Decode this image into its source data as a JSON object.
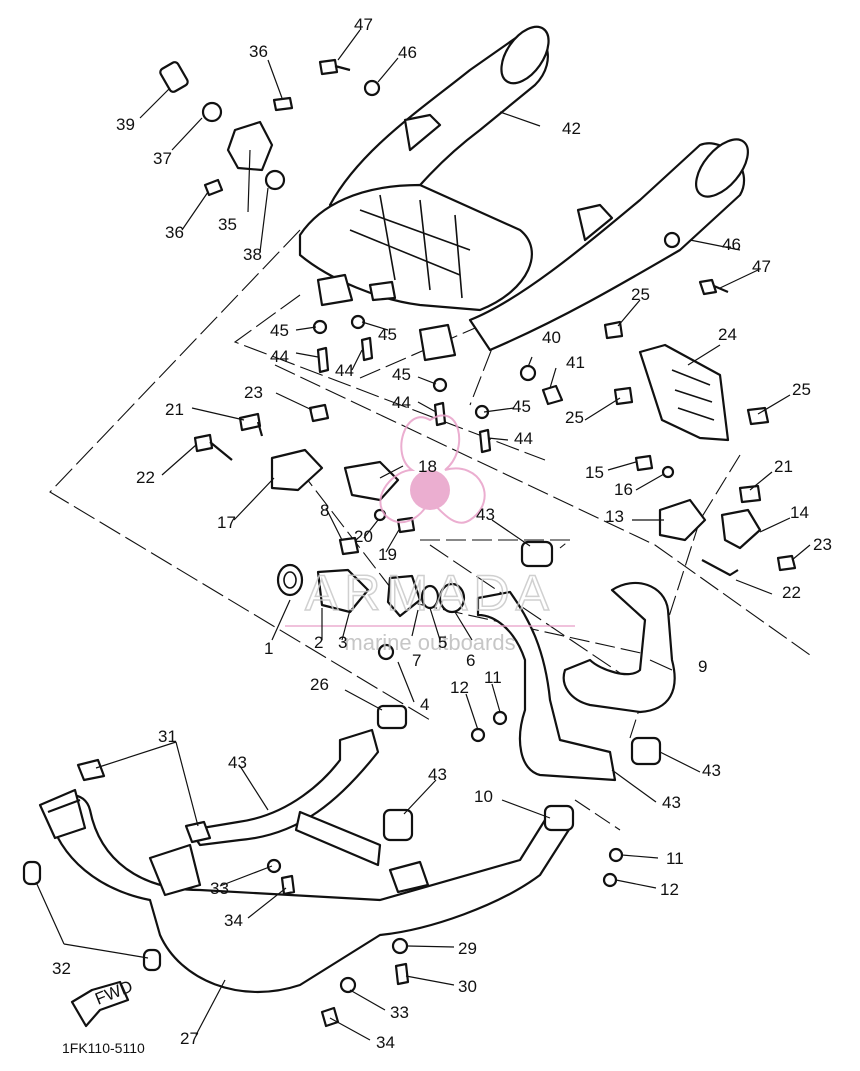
{
  "diagram": {
    "document_code": "1FK110-5110",
    "fwd_label": "FWD",
    "callouts": [
      {
        "id": "c47a",
        "label": "47"
      },
      {
        "id": "c46a",
        "label": "46"
      },
      {
        "id": "c36a",
        "label": "36"
      },
      {
        "id": "c39",
        "label": "39"
      },
      {
        "id": "c42",
        "label": "42"
      },
      {
        "id": "c37",
        "label": "37"
      },
      {
        "id": "c36b",
        "label": "36"
      },
      {
        "id": "c35",
        "label": "35"
      },
      {
        "id": "c38",
        "label": "38"
      },
      {
        "id": "c46b",
        "label": "46"
      },
      {
        "id": "c47b",
        "label": "47"
      },
      {
        "id": "c25a",
        "label": "25"
      },
      {
        "id": "c24",
        "label": "24"
      },
      {
        "id": "c25b",
        "label": "25"
      },
      {
        "id": "c25c",
        "label": "25"
      },
      {
        "id": "c45a",
        "label": "45"
      },
      {
        "id": "c45b",
        "label": "45"
      },
      {
        "id": "c44a",
        "label": "44"
      },
      {
        "id": "c44b",
        "label": "44"
      },
      {
        "id": "c40",
        "label": "40"
      },
      {
        "id": "c41",
        "label": "41"
      },
      {
        "id": "c45c",
        "label": "45"
      },
      {
        "id": "c45d",
        "label": "45"
      },
      {
        "id": "c44c",
        "label": "44"
      },
      {
        "id": "c44d",
        "label": "44"
      },
      {
        "id": "c23a",
        "label": "23"
      },
      {
        "id": "c21a",
        "label": "21"
      },
      {
        "id": "c22a",
        "label": "22"
      },
      {
        "id": "c18",
        "label": "18"
      },
      {
        "id": "c17",
        "label": "17"
      },
      {
        "id": "c15",
        "label": "15"
      },
      {
        "id": "c16",
        "label": "16"
      },
      {
        "id": "c21b",
        "label": "21"
      },
      {
        "id": "c13",
        "label": "13"
      },
      {
        "id": "c14",
        "label": "14"
      },
      {
        "id": "c23b",
        "label": "23"
      },
      {
        "id": "c8",
        "label": "8"
      },
      {
        "id": "c20",
        "label": "20"
      },
      {
        "id": "c19",
        "label": "19"
      },
      {
        "id": "c43a",
        "label": "43"
      },
      {
        "id": "c22b",
        "label": "22"
      },
      {
        "id": "c1",
        "label": "1"
      },
      {
        "id": "c2",
        "label": "2"
      },
      {
        "id": "c3",
        "label": "3"
      },
      {
        "id": "c5",
        "label": "5"
      },
      {
        "id": "c7",
        "label": "7"
      },
      {
        "id": "c6",
        "label": "6"
      },
      {
        "id": "c9",
        "label": "9"
      },
      {
        "id": "c43b",
        "label": "43"
      },
      {
        "id": "c4",
        "label": "4"
      },
      {
        "id": "c12a",
        "label": "12"
      },
      {
        "id": "c11a",
        "label": "11"
      },
      {
        "id": "c26",
        "label": "26"
      },
      {
        "id": "c31",
        "label": "31"
      },
      {
        "id": "c43c",
        "label": "43"
      },
      {
        "id": "c43d",
        "label": "43"
      },
      {
        "id": "c10",
        "label": "10"
      },
      {
        "id": "c43e",
        "label": "43"
      },
      {
        "id": "c11b",
        "label": "11"
      },
      {
        "id": "c12b",
        "label": "12"
      },
      {
        "id": "c33a",
        "label": "33"
      },
      {
        "id": "c34a",
        "label": "34"
      },
      {
        "id": "c32",
        "label": "32"
      },
      {
        "id": "c29",
        "label": "29"
      },
      {
        "id": "c30",
        "label": "30"
      },
      {
        "id": "c33b",
        "label": "33"
      },
      {
        "id": "c34b",
        "label": "34"
      },
      {
        "id": "c27",
        "label": "27"
      }
    ]
  },
  "watermark": {
    "brand": "ARMADA",
    "tagline": "marine outboards",
    "color": "#e8a0c8"
  }
}
